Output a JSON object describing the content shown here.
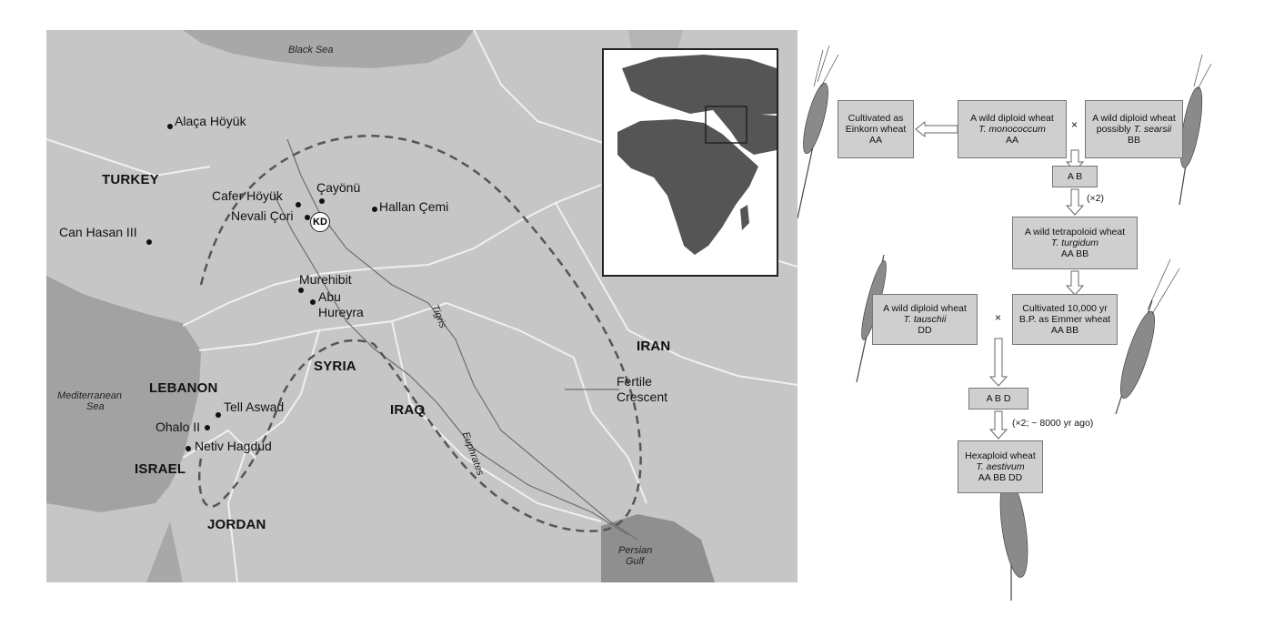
{
  "map": {
    "seas": {
      "black_sea": "Black Sea",
      "mediterranean_line1": "Mediterranean",
      "mediterranean_line2": "Sea",
      "persian_gulf_line1": "Persian",
      "persian_gulf_line2": "Gulf"
    },
    "countries": {
      "turkey": "TURKEY",
      "syria": "SYRIA",
      "lebanon": "LEBANON",
      "israel": "ISRAEL",
      "jordan": "JORDAN",
      "iraq": "IRAQ",
      "iran": "IRAN"
    },
    "sites": {
      "alaca_hoyuk": "Alaça Höyük",
      "cafer_hoyuk": "Cafer Höyük",
      "cayonu": "Çayönü",
      "nevali_cori": "Nevali Çori",
      "kd": "KD",
      "hallan_cemi": "Hallan Çemi",
      "can_hasan": "Can Hasan III",
      "murehibit": "Murehibit",
      "abu_hureyra_line1": "Abu",
      "abu_hureyra_line2": "Hureyra",
      "tell_aswad": "Tell Aswad",
      "ohalo": "Ohalo II",
      "netiv_hagdud": "Netiv Hagdud"
    },
    "rivers": {
      "tigris": "Tigris",
      "euphrates": "Euphrates"
    },
    "fertile_crescent_line1": "Fertile",
    "fertile_crescent_line2": "Crescent",
    "colors": {
      "land": "#c9c9c9",
      "sea": "#a9a9a9",
      "border": "#f2f2f2",
      "dash": "#555555"
    }
  },
  "diagram": {
    "einkorn": {
      "line1": "Cultivated as",
      "line2": "Einkorn wheat",
      "line3": "AA"
    },
    "monococcum": {
      "line1": "A wild diploid wheat",
      "line2": "T. monococcum",
      "line3": "AA"
    },
    "searsii": {
      "line1": "A wild diploid wheat",
      "line2a": "possibly ",
      "line2b": "T. searsii",
      "line3": "BB"
    },
    "ab": "A B",
    "x2_first": "(×2)",
    "turgidum": {
      "line1": "A wild tetrapoloid wheat",
      "line2": "T. turgidum",
      "line3": "AA BB"
    },
    "tauschii": {
      "line1": "A wild diploid wheat",
      "line2": "T. tauschii",
      "line3": "DD"
    },
    "emmer": {
      "line1": "Cultivated 10,000 yr",
      "line2": "B.P. as Emmer wheat",
      "line3": "AA BB"
    },
    "abd": "A B D",
    "x2_second": "(×2; ~ 8000 yr ago)",
    "aestivum": {
      "line1": "Hexaploid wheat",
      "line2": "T. aestivum",
      "line3": "AA BB DD"
    },
    "cross_symbol": "×",
    "colors": {
      "box": "#cfcfcf",
      "arrow": "#ffffff"
    }
  }
}
